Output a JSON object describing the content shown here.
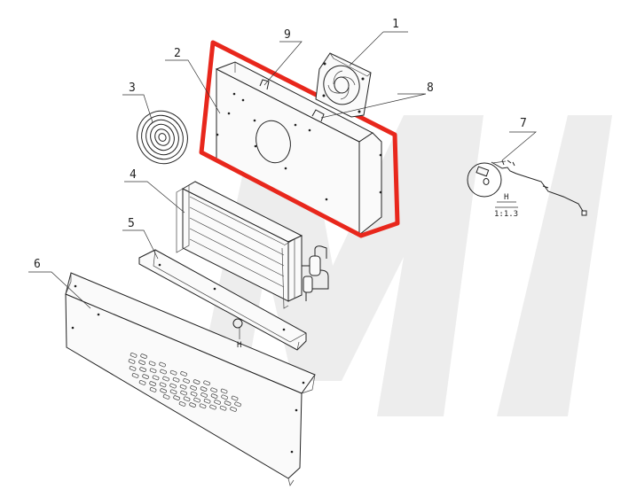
{
  "colors": {
    "highlight": "#e8271c",
    "line": "#222222",
    "watermark": "#ededed"
  },
  "callouts": {
    "c1": "1",
    "c2": "2",
    "c3": "3",
    "c4": "4",
    "c5": "5",
    "c6": "6",
    "c7": "7",
    "c8": "8",
    "c9": "9"
  },
  "detail": {
    "marker": "H",
    "view_label": "H",
    "scale": "1:1.3"
  }
}
